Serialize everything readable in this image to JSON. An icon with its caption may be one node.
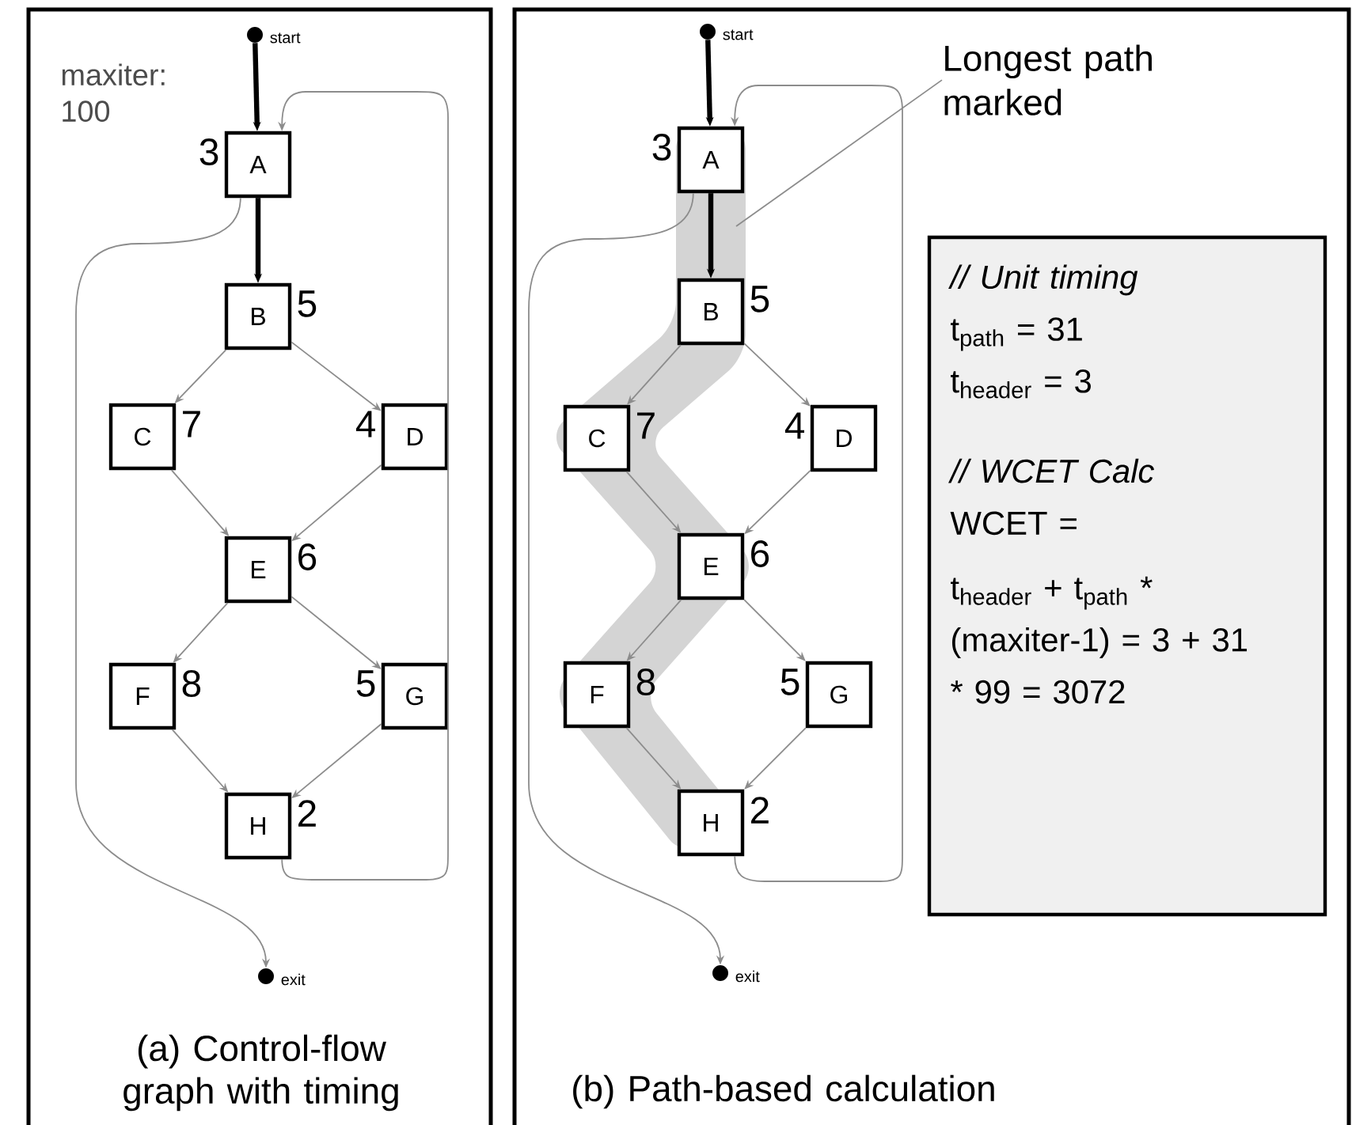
{
  "diagram": {
    "nodes": [
      {
        "text": [
          "(a) Control-flow graph with timing"
        ]
      },
      {
        "text": [],
        "shape": "circle",
        "beside": [
          "start"
        ],
        "in": 0
      },
      {
        "text": [
          "A"
        ],
        "beside": [
          "3"
        ],
        "in": 0
      },
      {
        "text": [
          "B"
        ],
        "beside": [
          "5"
        ],
        "in": 0
      },
      {
        "text": [
          "C"
        ],
        "beside": [
          "7"
        ],
        "in": 0
      },
      {
        "text": [
          "D"
        ],
        "beside": [
          "4"
        ],
        "in": 0
      },
      {
        "text": [
          "E"
        ],
        "beside": [
          "6"
        ],
        "in": 0
      },
      {
        "text": [
          "F"
        ],
        "beside": [
          "8"
        ],
        "in": 0
      },
      {
        "text": [
          "G"
        ],
        "beside": [
          "5"
        ],
        "in": 0
      },
      {
        "text": [
          "H"
        ],
        "beside": [
          "2"
        ],
        "in": 0
      },
      {
        "text": [],
        "shape": "circle",
        "beside": [
          "exit"
        ],
        "in": 0
      },
      {
        "text": [
          "(b) Path-based calculation"
        ]
      },
      {
        "text": [],
        "shape": "circle",
        "beside": [
          "start"
        ],
        "in": 11
      },
      {
        "text": [
          "A"
        ],
        "beside": [
          "3"
        ],
        "in": 11
      },
      {
        "text": [
          "B"
        ],
        "beside": [
          "5"
        ],
        "in": 11
      },
      {
        "text": [
          "C"
        ],
        "beside": [
          "7"
        ],
        "in": 11
      },
      {
        "text": [
          "D"
        ],
        "beside": [
          "4"
        ],
        "in": 11
      },
      {
        "text": [
          "E"
        ],
        "beside": [
          "6"
        ],
        "in": 11
      },
      {
        "text": [
          "F"
        ],
        "beside": [
          "8"
        ],
        "in": 11
      },
      {
        "text": [
          "G"
        ],
        "beside": [
          "5"
        ],
        "in": 11
      },
      {
        "text": [
          "H"
        ],
        "beside": [
          "2"
        ],
        "in": 11
      },
      {
        "text": [],
        "shape": "circle",
        "beside": [
          "exit"
        ],
        "in": 11
      },
      {
        "text": [
          "Longest path marked"
        ],
        "in": 11
      },
      {
        "text": [
          "// Unit timing",
          "t$_{path}$ = 31",
          "t$_{header}$ = 3",
          "// WCET Calc",
          "WCET =",
          "t$_{header}$ + t$_{path}$ * (maxiter-1) = 3 + 31 * 99 = 3072"
        ],
        "in": 11
      }
    ],
    "edges": [
      {
        "from": 1,
        "to": 2,
        "arrow": "to",
        "style": "thick",
        "color": "#000000"
      },
      {
        "from": 2,
        "to": 3,
        "arrow": "to",
        "style": "thick",
        "color": "#000000"
      },
      {
        "from": 3,
        "to": 4,
        "arrow": "to"
      },
      {
        "from": 3,
        "to": 5,
        "arrow": "to"
      },
      {
        "from": 4,
        "to": 6,
        "arrow": "to"
      },
      {
        "from": 5,
        "to": 6,
        "arrow": "to"
      },
      {
        "from": 6,
        "to": 7,
        "arrow": "to"
      },
      {
        "from": 6,
        "to": 8,
        "arrow": "to"
      },
      {
        "from": 7,
        "to": 9,
        "arrow": "to"
      },
      {
        "from": 8,
        "to": 9,
        "arrow": "to"
      },
      {
        "from": 9,
        "to": 2,
        "arrow": "to"
      },
      {
        "from": 2,
        "to": 10,
        "arrow": "to"
      },
      {
        "from": 12,
        "to": 13,
        "arrow": "to",
        "style": "thick",
        "color": "#000000"
      },
      {
        "from": 13,
        "to": 14,
        "arrow": "to",
        "style": "thick",
        "color": "#000000"
      },
      {
        "from": 14,
        "to": 15,
        "arrow": "to"
      },
      {
        "from": 14,
        "to": 16,
        "arrow": "to"
      },
      {
        "from": 15,
        "to": 17,
        "arrow": "to"
      },
      {
        "from": 16,
        "to": 17,
        "arrow": "to"
      },
      {
        "from": 17,
        "to": 18,
        "arrow": "to"
      },
      {
        "from": 17,
        "to": 19,
        "arrow": "to"
      },
      {
        "from": 18,
        "to": 20,
        "arrow": "to"
      },
      {
        "from": 19,
        "to": 20,
        "arrow": "to"
      },
      {
        "from": 20,
        "to": 13,
        "arrow": "to"
      },
      {
        "from": 13,
        "to": 21,
        "arrow": "to"
      },
      {
        "from": 22,
        "to": null,
        "arrow": "none"
      }
    ],
    "labels": [
      "maxiter: 100"
    ]
  }
}
